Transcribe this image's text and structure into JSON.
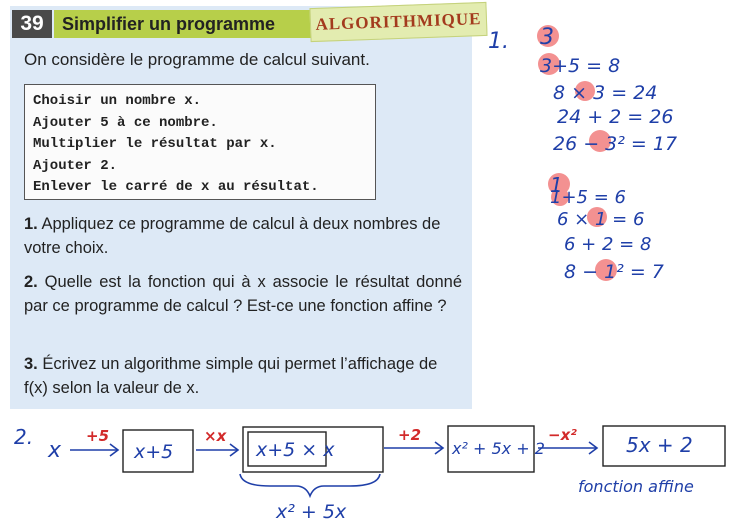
{
  "exercise": {
    "number": "39",
    "title": "Simplifier un programme",
    "tag": "ALGORITHMIQUE",
    "intro": "On considère le programme de calcul suivant.",
    "program_lines": [
      "Choisir un nombre x.",
      "Ajouter 5 à ce nombre.",
      "Multiplier le résultat par x.",
      "Ajouter 2.",
      "Enlever le carré de x au résultat."
    ],
    "questions": [
      {
        "num": "1.",
        "text": " Appliquez ce programme de calcul à deux nombres de votre choix."
      },
      {
        "num": "2.",
        "text": " Quelle est la fonction qui à x associe le résultat donné par ce programme de calcul ? Est-ce une fonction affine ?"
      },
      {
        "num": "3.",
        "text": " Écrivez un algorithme simple qui permet l’affichage de f(x) selon la valeur de x."
      }
    ]
  },
  "handwriting": {
    "part1_label": "1.",
    "example_3": [
      "3",
      "3+5 = 8",
      "8 × 3 = 24",
      "24 + 2 = 26",
      "26 − 3² = 17"
    ],
    "example_1": [
      "1",
      "1+5 = 6",
      "6 × 1 = 6",
      "6 + 2 = 8",
      "8 − 1² = 7"
    ],
    "part2_label": "2.",
    "chain_start": "x",
    "steps": [
      "+5",
      "×x",
      "+2",
      "−x²"
    ],
    "boxes": [
      "x+5",
      "x+5 × x",
      "x² + 5x + 2",
      "5x + 2"
    ],
    "brace_note": "x² + 5x",
    "conclusion": "fonction affine",
    "colors": {
      "ink": "#1f3fa8",
      "step_ink": "#d22a2a",
      "highlight": "#f17e7e"
    }
  }
}
